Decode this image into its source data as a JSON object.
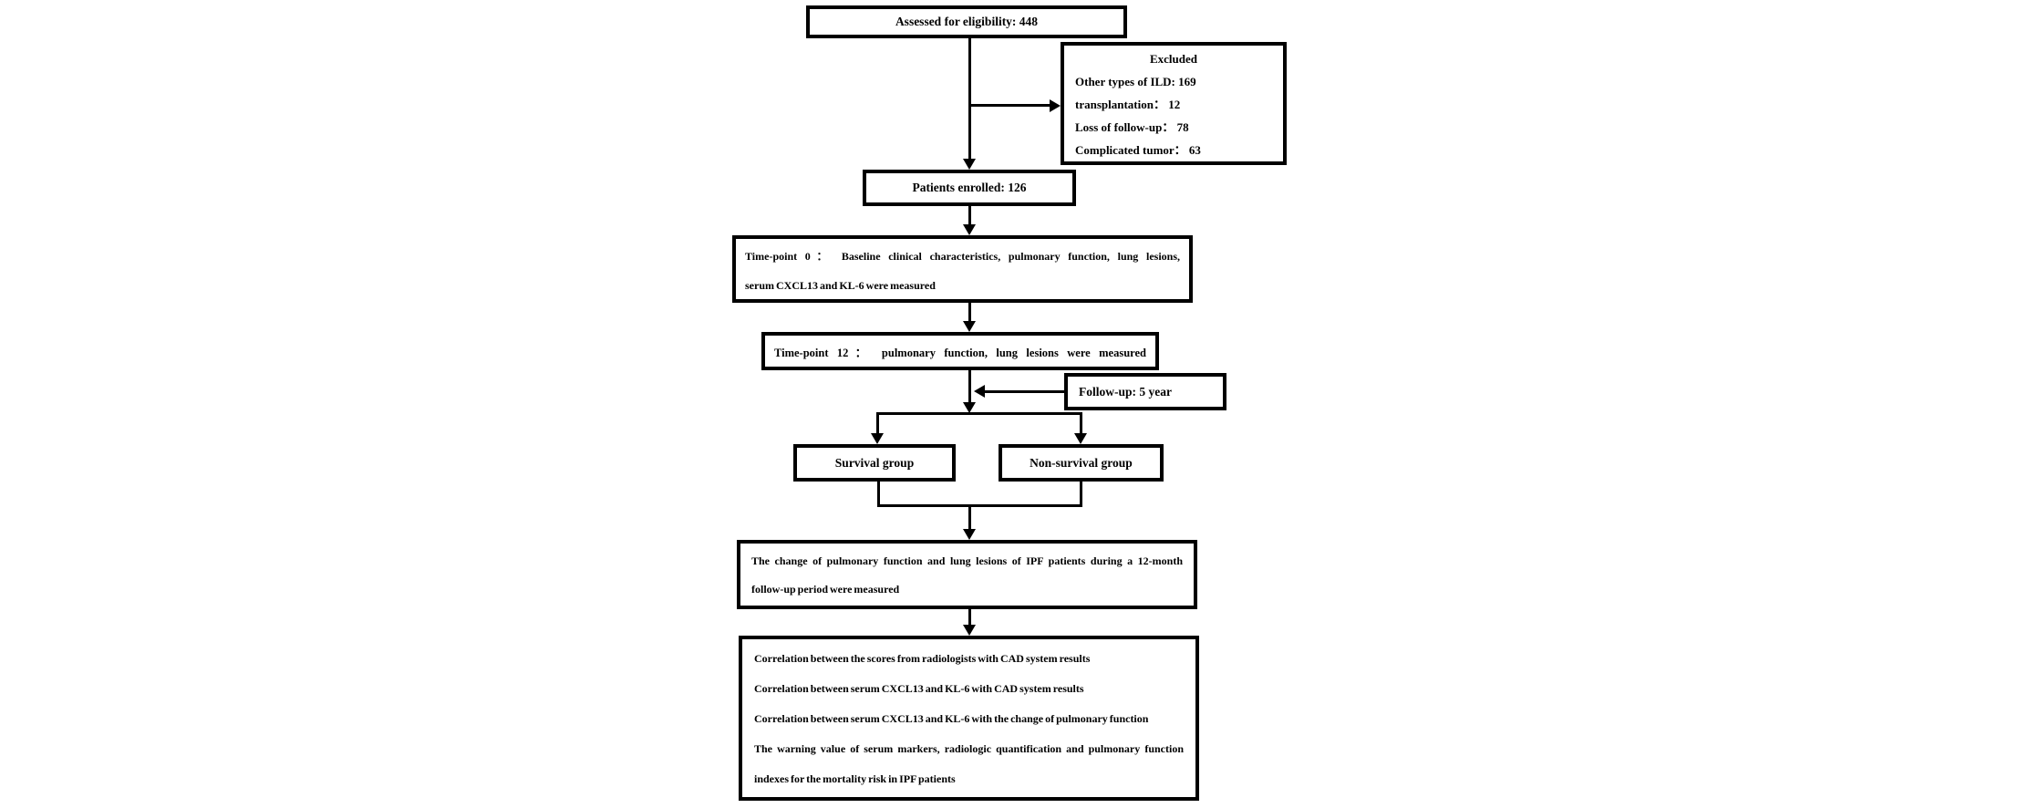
{
  "figure": {
    "type": "study-flow-diagram",
    "colors": {
      "background": "#ffffff",
      "line": "#000000",
      "text": "#000000"
    },
    "boxes": {
      "assessed": {
        "text": "Assessed for eligibility: 448"
      },
      "excluded": {
        "title": "Excluded",
        "lines": [
          "Other types of ILD: 169",
          "transplantation： 12",
          "Loss of follow-up： 78",
          "Complicated tumor： 63"
        ]
      },
      "enrolled": {
        "text": "Patients enrolled: 126"
      },
      "timepoint0": {
        "lines": [
          "Time-point 0： Baseline clinical characteristics, pulmonary function, lung lesions,",
          "serum CXCL13 and KL-6 were measured"
        ]
      },
      "timepoint12": {
        "text": "Time-point 12： pulmonary function, lung lesions were measured"
      },
      "followup": {
        "text": "Follow-up: 5 year"
      },
      "survival": {
        "text": "Survival group"
      },
      "nonsurvival": {
        "text": "Non-survival group"
      },
      "change": {
        "lines": [
          "The change of pulmonary function and lung lesions of IPF patients during a 12-month",
          "follow-up period were measured"
        ]
      },
      "outcomes": {
        "lines": [
          "Correlation between the scores from radiologists with CAD system results",
          "Correlation between serum CXCL13 and KL-6 with CAD system results",
          "Correlation between serum CXCL13 and KL-6 with the change of pulmonary function",
          "The warning value of serum markers, radiologic quantification and pulmonary function",
          "indexes for the mortality risk in IPF patients"
        ]
      }
    }
  }
}
